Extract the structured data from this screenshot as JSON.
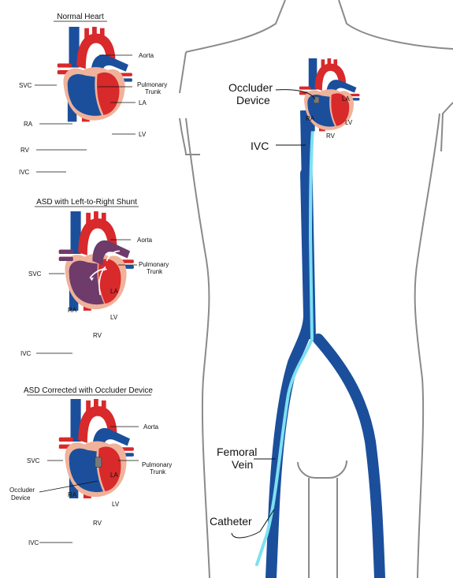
{
  "panels": [
    {
      "title": "Normal Heart",
      "labels": {
        "aorta": "Aorta",
        "svc": "SVC",
        "pulmonary1": "Pulmonary",
        "pulmonary2": "Trunk",
        "la": "LA",
        "ra": "RA",
        "lv": "LV",
        "rv": "RV",
        "ivc": "IVC"
      }
    },
    {
      "title": "ASD with Left-to-Right Shunt",
      "labels": {
        "aorta": "Aorta",
        "svc": "SVC",
        "pulmonary1": "Pulmonary",
        "pulmonary2": "Trunk",
        "la": "LA",
        "ra": "RA",
        "lv": "LV",
        "rv": "RV",
        "ivc": "IVC"
      }
    },
    {
      "title": "ASD Corrected with Occluder Device",
      "labels": {
        "aorta": "Aorta",
        "svc": "SVC",
        "pulmonary1": "Pulmonary",
        "pulmonary2": "Trunk",
        "occluder1": "Occluder",
        "occluder2": "Device",
        "la": "LA",
        "ra": "RA",
        "lv": "LV",
        "rv": "RV",
        "ivc": "IVC"
      }
    }
  ],
  "body": {
    "occluder_line1": "Occluder",
    "occluder_line2": "Device",
    "ivc": "IVC",
    "femoral_line1": "Femoral",
    "femoral_line2": "Vein",
    "catheter": "Catheter",
    "heart_labels": {
      "la": "LA",
      "ra": "RA",
      "lv": "LV",
      "rv": "RV"
    }
  },
  "colors": {
    "vein_blue": "#1b4f9c",
    "artery_red": "#d8292b",
    "shunt_purple": "#6e3b6b",
    "pericardium": "#f0b29a",
    "catheter": "#7ee0f2",
    "body_outline": "#8a8a8a"
  }
}
